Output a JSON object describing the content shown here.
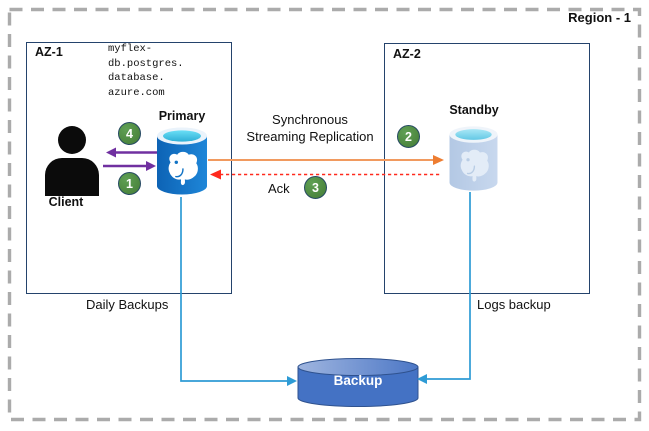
{
  "region": {
    "label": "Region - 1"
  },
  "zones": [
    {
      "id": "az1",
      "label": "AZ-1"
    },
    {
      "id": "az2",
      "label": "AZ-2"
    }
  ],
  "nodes": {
    "client": {
      "label": "Client"
    },
    "primary": {
      "label": "Primary",
      "hostname_lines": [
        "myflex-",
        "db.postgres.",
        "database.",
        "azure.com"
      ]
    },
    "standby": {
      "label": "Standby"
    },
    "backup": {
      "label": "Backup"
    }
  },
  "flows": {
    "replication": {
      "label_line1": "Synchronous",
      "label_line2": "Streaming Replication"
    },
    "ack": {
      "label": "Ack"
    },
    "daily_backups": {
      "label": "Daily Backups"
    },
    "logs_backup": {
      "label": "Logs backup"
    }
  },
  "steps": [
    {
      "value": "1"
    },
    {
      "value": "2"
    },
    {
      "value": "3"
    },
    {
      "value": "4"
    }
  ],
  "colors": {
    "step_green": "#4E8C3F",
    "client_arrow_purple": "#7030A0",
    "replication_orange": "#ED7D31",
    "ack_red": "#FF2A1E",
    "backup_connector_blue": "#2E9BD5",
    "zone_border_navy": "#24436C",
    "region_dash_gray": "#ABABAB",
    "backup_cylinder_blue": "#4472C4",
    "primary_blue": "#1173C5",
    "standby_light_blue": "#B9CDE5",
    "postgres_top_cyan": "#4EC3E0"
  }
}
